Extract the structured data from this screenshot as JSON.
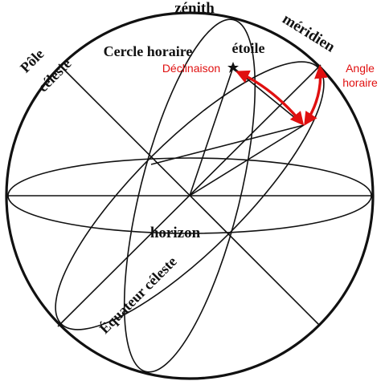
{
  "labels": {
    "zenith": "zénith",
    "meridian": "méridien",
    "celestial_pole_line1": "Pôle",
    "celestial_pole_line2": "céleste",
    "hour_circle": "Cercle horaire",
    "star": "étoile",
    "horizon": "horizon",
    "celestial_equator": "Équateur céleste",
    "declination": "Déclinaison",
    "hour_angle_line1": "Angle",
    "hour_angle_line2": "horaire"
  },
  "colors": {
    "ink": "#111111",
    "accent": "#e01010",
    "background": "#ffffff"
  }
}
